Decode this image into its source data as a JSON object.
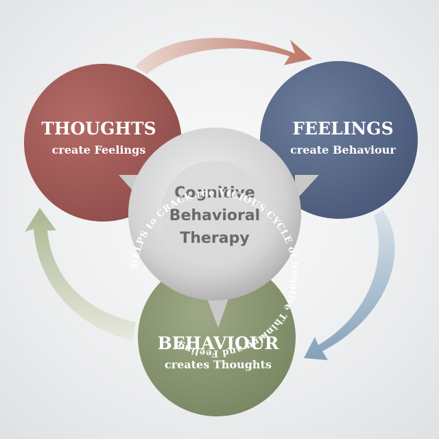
{
  "nodes": {
    "thoughts": {
      "title": "THOUGHTS",
      "subtitle": "create Feelings",
      "color": "#a75d5a"
    },
    "feelings": {
      "title": "FEELINGS",
      "subtitle": "create Behaviour",
      "color": "#5a6a8c"
    },
    "behaviour": {
      "title": "BEHAVIOUR",
      "subtitle": "creates Thoughts",
      "color": "#8f9c78"
    }
  },
  "center": {
    "lines": [
      "Cognitive",
      "Behavioral",
      "Therapy"
    ],
    "ring_text": "HELPS to CRACK the VICIOUS CYCLE of Negative Thinking and Feeling"
  },
  "arrows": {
    "thoughts_to_feelings": "#c58a74",
    "feelings_to_behaviour": "#8fa8bb",
    "behaviour_to_thoughts": "#b9c0a0"
  }
}
